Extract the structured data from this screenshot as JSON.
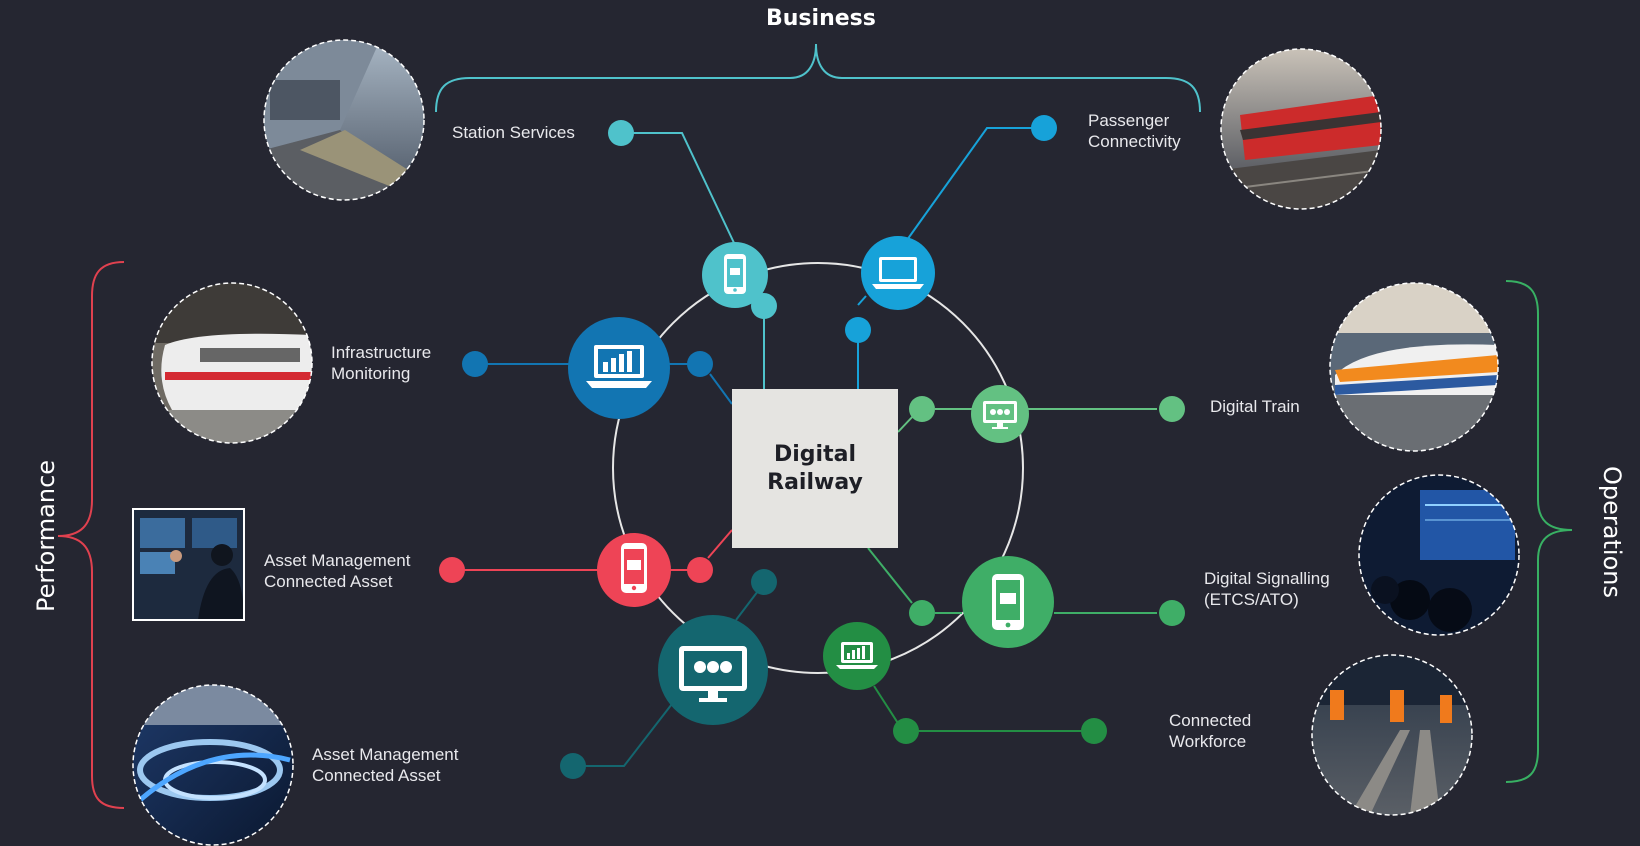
{
  "colors": {
    "background": "#252631",
    "business": "#4fc2cb",
    "business_blue": "#17a2d9",
    "performance_blue": "#1275b2",
    "performance_red": "#ee4456",
    "performance_teal": "#14666f",
    "operations_green": "#3fae67",
    "operations_light_green": "#63c182",
    "operations_dark_green": "#238e44",
    "brace_business": "#4fc2cb",
    "brace_performance": "#e0414f",
    "brace_operations": "#38b063",
    "center_box": "#e5e4e1"
  },
  "groups": {
    "business": "Business",
    "performance": "Performance",
    "operations": "Operations"
  },
  "center": "Digital\nRailway",
  "nodes": [
    {
      "id": "station-services",
      "label": "Station Services",
      "icon": "smartphone-icon",
      "photo": "station-platform-photo"
    },
    {
      "id": "passenger-connectivity",
      "label": "Passenger\nConnectivity",
      "icon": "laptop-icon",
      "photo": "red-train-photo"
    },
    {
      "id": "infrastructure-monitoring",
      "label": "Infrastructure\nMonitoring",
      "icon": "laptop-chart-icon",
      "photo": "high-speed-train-station-photo"
    },
    {
      "id": "asset-management-connected-asset-1",
      "label": "Asset Management\nConnected Asset",
      "icon": "smartphone-icon",
      "photo": "control-room-photo"
    },
    {
      "id": "asset-management-connected-asset-2",
      "label": "Asset Management\nConnected Asset",
      "icon": "monitor-icon",
      "photo": "highway-interchange-photo"
    },
    {
      "id": "digital-train",
      "label": "Digital Train",
      "icon": "monitor-icon",
      "photo": "orange-train-photo"
    },
    {
      "id": "digital-signalling",
      "label": "Digital Signalling\n(ETCS/ATO)",
      "icon": "smartphone-icon",
      "photo": "signalling-control-photo"
    },
    {
      "id": "connected-workforce",
      "label": "Connected\nWorkforce",
      "icon": "laptop-chart-icon",
      "photo": "track-workers-photo"
    }
  ]
}
